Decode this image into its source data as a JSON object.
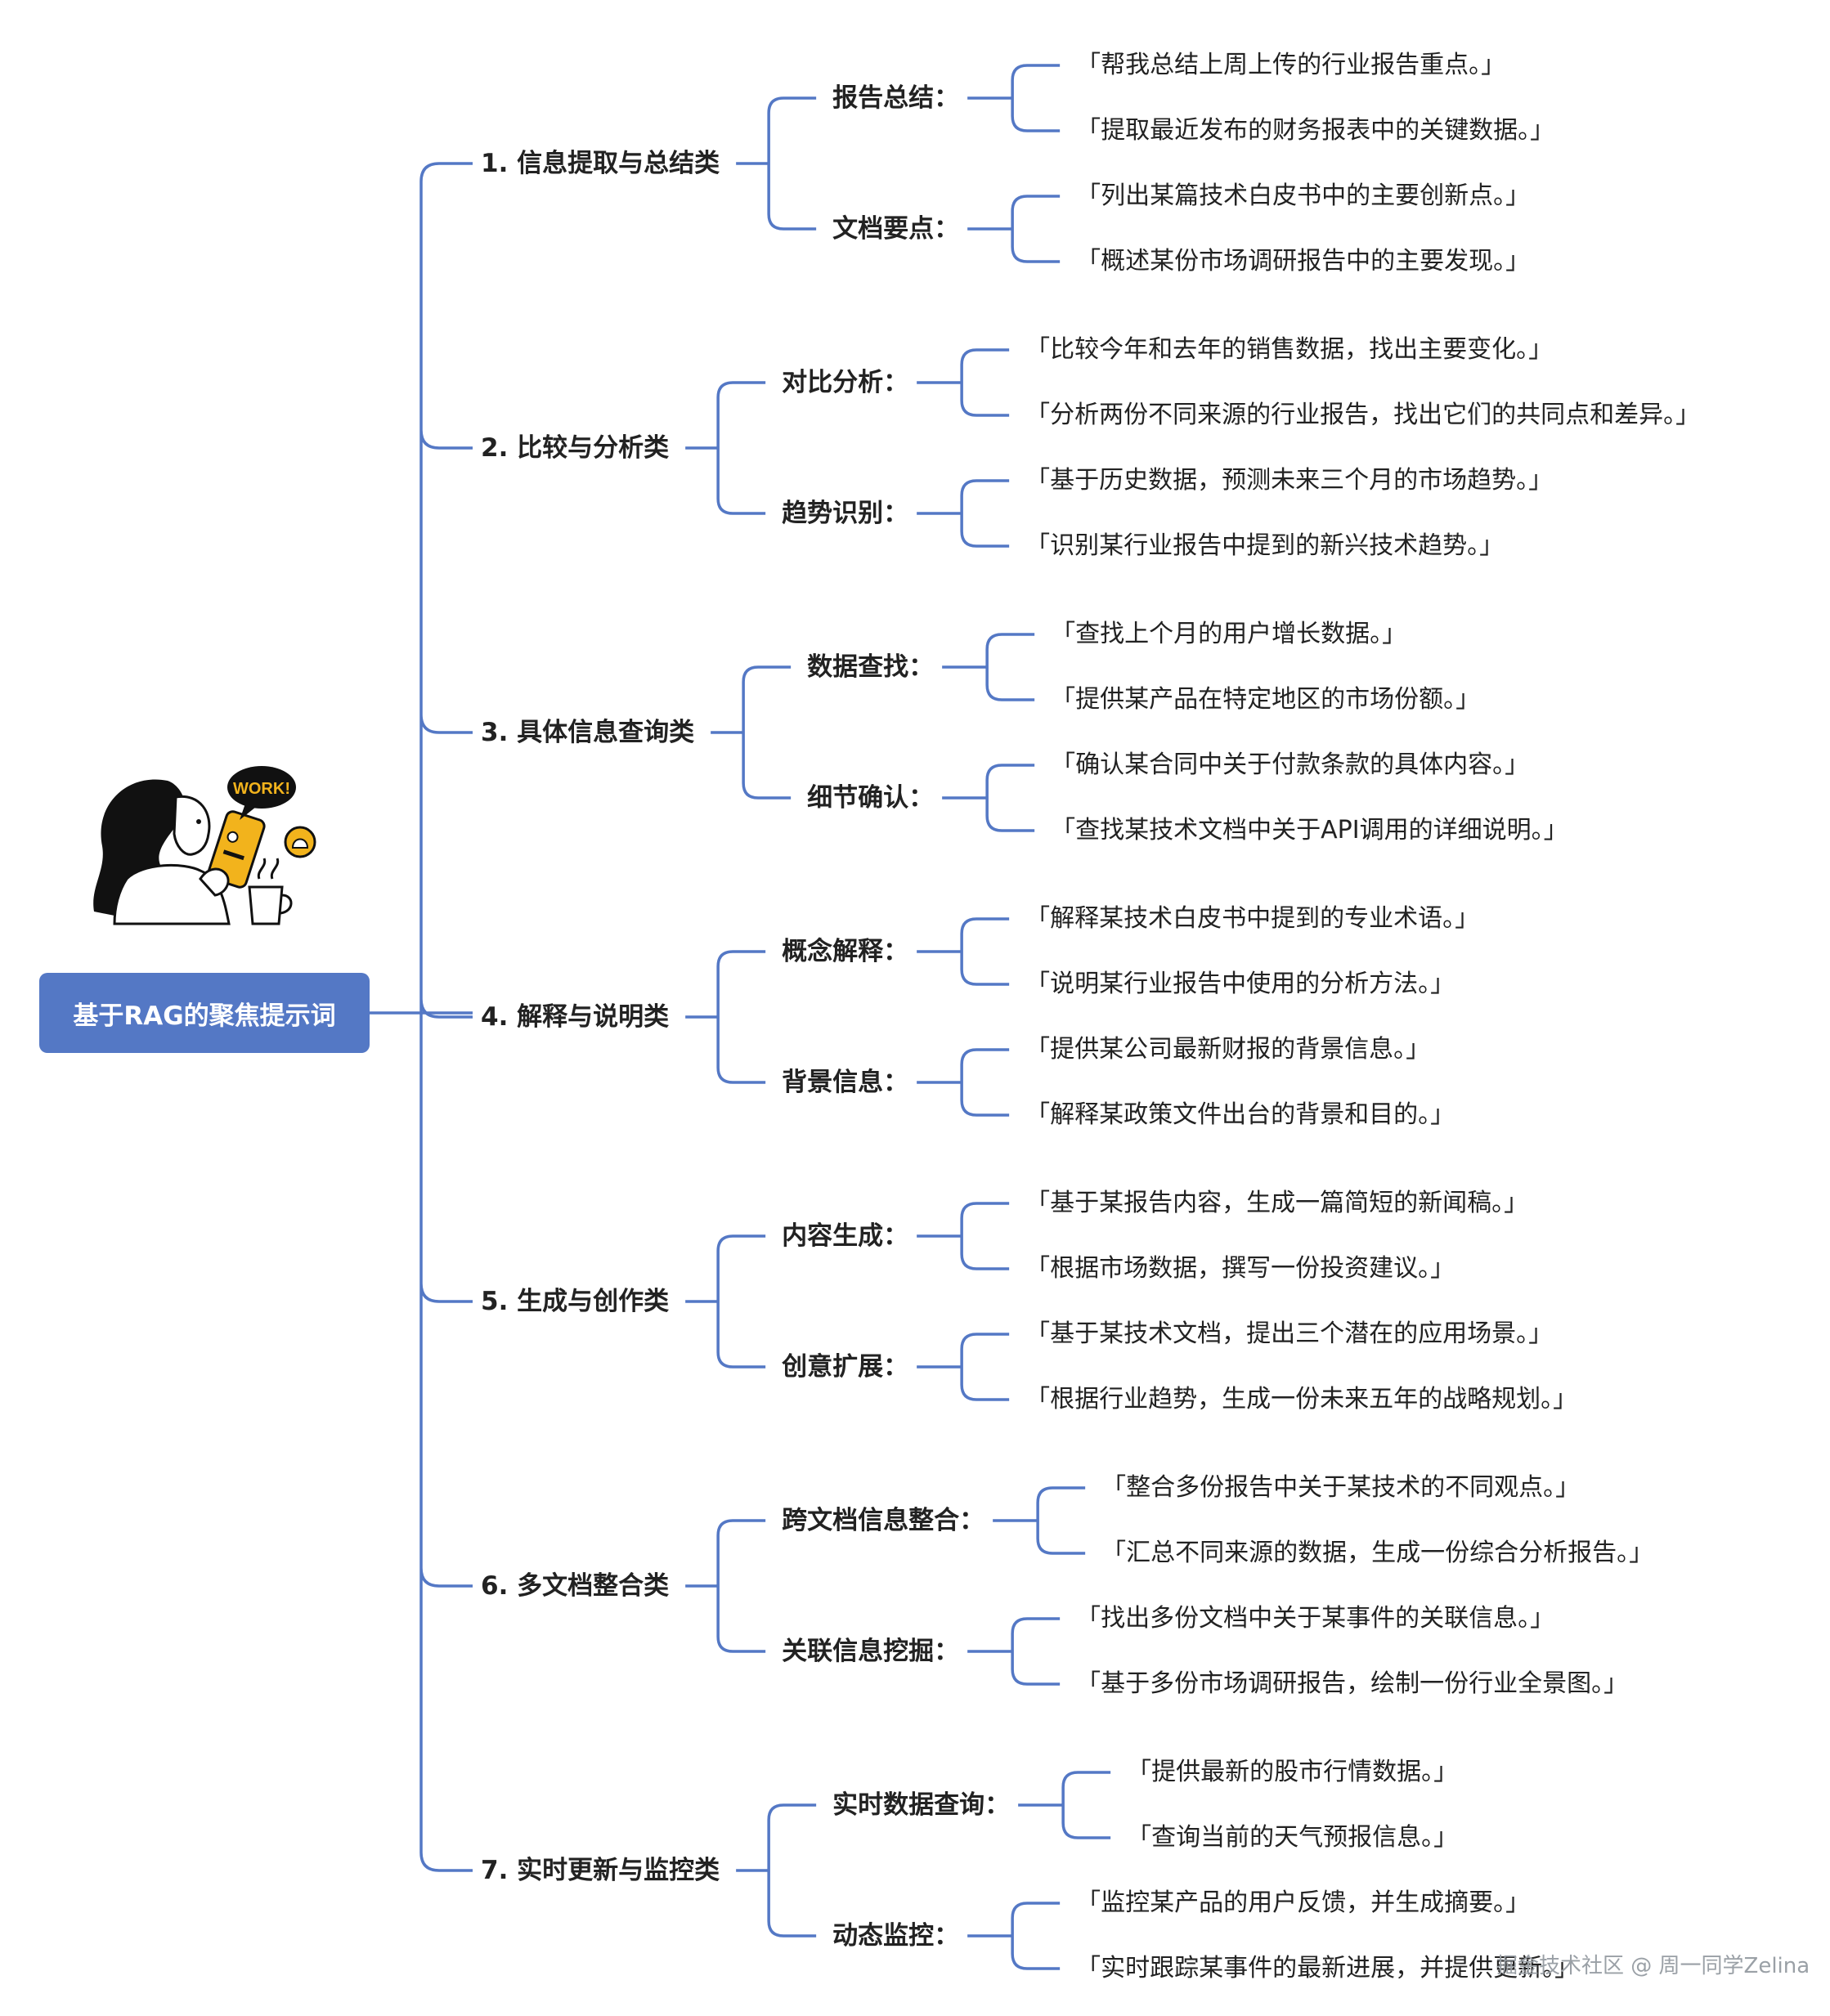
{
  "root": "基于RAG的聚焦提示词",
  "colors": {
    "line": "#5478c5",
    "root_bg": "#5478c5",
    "phone": "#f2b31c"
  },
  "illustration": {
    "bubble_text": "WORK!",
    "icons": [
      "woman-with-phone-icon",
      "bell-icon",
      "coffee-cup-icon"
    ]
  },
  "categories": [
    {
      "label": "1. 信息提取与总结类",
      "subs": [
        {
          "label": "报告总结：",
          "leaves": [
            "「帮我总结上周上传的行业报告重点。」",
            "「提取最近发布的财务报表中的关键数据。」"
          ]
        },
        {
          "label": "文档要点：",
          "leaves": [
            "「列出某篇技术白皮书中的主要创新点。」",
            "「概述某份市场调研报告中的主要发现。」"
          ]
        }
      ]
    },
    {
      "label": "2. 比较与分析类",
      "subs": [
        {
          "label": "对比分析：",
          "leaves": [
            "「比较今年和去年的销售数据，找出主要变化。」",
            "「分析两份不同来源的行业报告，找出它们的共同点和差异。」"
          ]
        },
        {
          "label": "趋势识别：",
          "leaves": [
            "「基于历史数据，预测未来三个月的市场趋势。」",
            "「识别某行业报告中提到的新兴技术趋势。」"
          ]
        }
      ]
    },
    {
      "label": "3. 具体信息查询类",
      "subs": [
        {
          "label": "数据查找：",
          "leaves": [
            "「查找上个月的用户增长数据。」",
            "「提供某产品在特定地区的市场份额。」"
          ]
        },
        {
          "label": "细节确认：",
          "leaves": [
            "「确认某合同中关于付款条款的具体内容。」",
            "「查找某技术文档中关于API调用的详细说明。」"
          ]
        }
      ]
    },
    {
      "label": "4. 解释与说明类",
      "subs": [
        {
          "label": "概念解释：",
          "leaves": [
            "「解释某技术白皮书中提到的专业术语。」",
            "「说明某行业报告中使用的分析方法。」"
          ]
        },
        {
          "label": "背景信息：",
          "leaves": [
            "「提供某公司最新财报的背景信息。」",
            "「解释某政策文件出台的背景和目的。」"
          ]
        }
      ]
    },
    {
      "label": "5. 生成与创作类",
      "subs": [
        {
          "label": "内容生成：",
          "leaves": [
            "「基于某报告内容，生成一篇简短的新闻稿。」",
            "「根据市场数据，撰写一份投资建议。」"
          ]
        },
        {
          "label": "创意扩展：",
          "leaves": [
            "「基于某技术文档，提出三个潜在的应用场景。」",
            "「根据行业趋势，生成一份未来五年的战略规划。」"
          ]
        }
      ]
    },
    {
      "label": "6. 多文档整合类",
      "subs": [
        {
          "label": "跨文档信息整合：",
          "leaves": [
            "「整合多份报告中关于某技术的不同观点。」",
            "「汇总不同来源的数据，生成一份综合分析报告。」"
          ]
        },
        {
          "label": "关联信息挖掘：",
          "leaves": [
            "「找出多份文档中关于某事件的关联信息。」",
            "「基于多份市场调研报告，绘制一份行业全景图。」"
          ]
        }
      ]
    },
    {
      "label": "7. 实时更新与监控类",
      "subs": [
        {
          "label": "实时数据查询：",
          "leaves": [
            "「提供最新的股市行情数据。」",
            "「查询当前的天气预报信息。」"
          ]
        },
        {
          "label": "动态监控：",
          "leaves": [
            "「监控某产品的用户反馈，并生成摘要。」",
            "「实时跟踪某事件的最新进展，并提供更新。」"
          ]
        }
      ]
    }
  ],
  "watermark": "掘金技术社区 @ 周一同学Zelina"
}
